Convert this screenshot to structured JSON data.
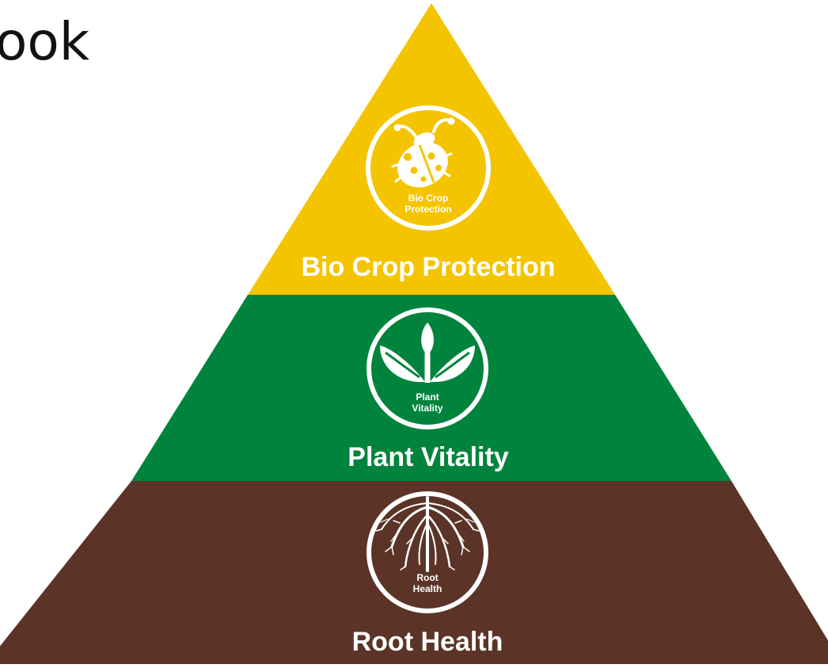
{
  "heading": {
    "visible_text": "ook"
  },
  "tiers": [
    {
      "key": "bio",
      "title": "Bio Crop Protection",
      "badge_line1": "Bio Crop",
      "badge_line2": "Protection",
      "color": "#F5C400",
      "icon": "ladybug-icon"
    },
    {
      "key": "plant",
      "title": "Plant Vitality",
      "badge_line1": "Plant",
      "badge_line2": "Vitality",
      "color": "#00843D",
      "icon": "sprout-icon"
    },
    {
      "key": "root",
      "title": "Root Health",
      "badge_line1": "Root",
      "badge_line2": "Health",
      "color": "#5B3427",
      "icon": "roots-icon"
    }
  ]
}
